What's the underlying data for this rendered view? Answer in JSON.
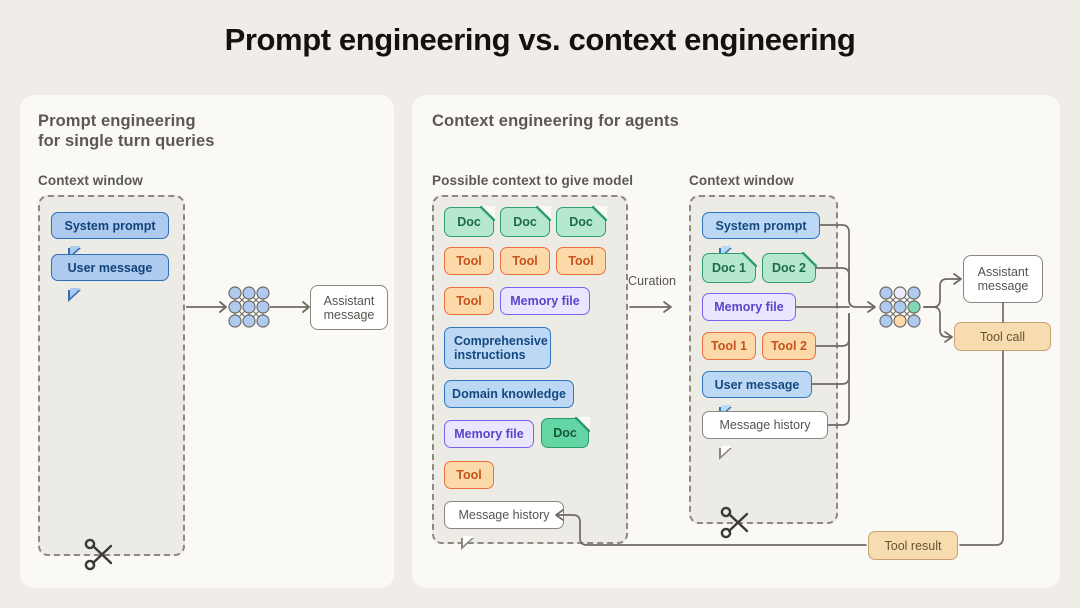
{
  "title": "Prompt engineering vs. context engineering",
  "colors": {
    "page_background": "#f0ede8",
    "panel_background": "#faf9f6",
    "context_window_fill": "#edebe6",
    "context_window_border": "#8d8880",
    "blue": "#aecbef",
    "green": "#b5e8cf",
    "green_dark": "#64d6a4",
    "orange": "#fbd9a8",
    "purple": "#ebe6ff",
    "white": "#ffffff",
    "tool_call_orange": "#f7dcaf",
    "line": "#6e6a64"
  },
  "left_panel": {
    "heading": "Prompt engineering\nfor single turn queries",
    "context_window_label": "Context window",
    "items": [
      {
        "label": "System prompt",
        "style": "blue",
        "bubble": true
      },
      {
        "label": "User message",
        "style": "blue",
        "bubble": true
      }
    ],
    "model_icon": "neural-network-icon",
    "scissors_icon": "scissors-icon",
    "output": {
      "label": "Assistant\nmessage",
      "style": "white"
    }
  },
  "right_panel": {
    "heading": "Context engineering for agents",
    "possible_context_label": "Possible context to give model",
    "context_window_label": "Context window",
    "curation_label": "Curation",
    "possible_context_items": [
      {
        "label": "Doc",
        "style": "green",
        "kind": "doc"
      },
      {
        "label": "Doc",
        "style": "green",
        "kind": "doc"
      },
      {
        "label": "Doc",
        "style": "green",
        "kind": "doc"
      },
      {
        "label": "Tool",
        "style": "orange",
        "kind": "chip"
      },
      {
        "label": "Tool",
        "style": "orange",
        "kind": "chip"
      },
      {
        "label": "Tool",
        "style": "orange",
        "kind": "chip"
      },
      {
        "label": "Tool",
        "style": "orange",
        "kind": "chip"
      },
      {
        "label": "Memory file",
        "style": "purple",
        "kind": "chip"
      },
      {
        "label": "Comprehensive instructions",
        "style": "blue",
        "kind": "chip"
      },
      {
        "label": "Domain knowledge",
        "style": "blue",
        "kind": "chip"
      },
      {
        "label": "Memory file",
        "style": "purple",
        "kind": "chip"
      },
      {
        "label": "Doc",
        "style": "green-dark",
        "kind": "doc"
      },
      {
        "label": "Tool",
        "style": "orange",
        "kind": "chip"
      },
      {
        "label": "Message history",
        "style": "white",
        "kind": "bubble"
      }
    ],
    "context_window_items": [
      {
        "label": "System prompt",
        "style": "blue",
        "kind": "bubble"
      },
      {
        "label": "Doc 1",
        "style": "green",
        "kind": "doc"
      },
      {
        "label": "Doc 2",
        "style": "green",
        "kind": "doc"
      },
      {
        "label": "Memory file",
        "style": "purple",
        "kind": "chip"
      },
      {
        "label": "Tool 1",
        "style": "orange",
        "kind": "chip"
      },
      {
        "label": "Tool 2",
        "style": "orange",
        "kind": "chip"
      },
      {
        "label": "User message",
        "style": "blue",
        "kind": "bubble"
      },
      {
        "label": "Message history",
        "style": "white",
        "kind": "bubble"
      }
    ],
    "scissors_icon": "scissors-icon",
    "model_icon": "neural-network-icon",
    "outputs": [
      {
        "label": "Assistant\nmessage",
        "style": "white"
      },
      {
        "label": "Tool call",
        "style": "orange-solid"
      }
    ],
    "feedback": {
      "label": "Tool result",
      "style": "orange-solid"
    }
  }
}
